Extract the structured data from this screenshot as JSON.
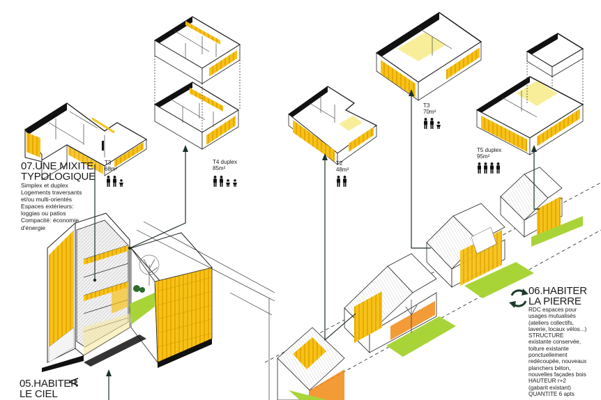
{
  "colors": {
    "accent_yellow": "#f6c21a",
    "accent_orange": "#f08a14",
    "green": "#a9d438",
    "line_dark": "#1c2f2b",
    "ink": "#1a1a1a"
  },
  "sections": {
    "s07": {
      "title_line1": "07.UNE MIXITE",
      "title_line2": "TYPOLOGIQUE",
      "body": [
        "Simplex et duplex",
        "Logements traversants",
        "et/ou multi-orientés",
        "Espaces extérieurs:",
        "loggias ou patios",
        "Compacité: économie",
        "d'énergie"
      ]
    },
    "s06": {
      "title_line1": "06.HABITER",
      "title_line2": "LA PIERRE",
      "body": [
        "RDC espaces pour",
        "usages mutualisés",
        "(ateliers collectifs,",
        "laverie, locaux vélos...)",
        "STRUCTURE",
        "existante conservée,",
        "toiture existante",
        "ponctuellement",
        "redécoupée, nouveaux",
        "planchers béton,",
        "nouvelles façades bois",
        "HAUTEUR r+2",
        "(gabarit existant)",
        "QUANTITE 6 apts"
      ]
    },
    "s05": {
      "title_line1": "05.HABITER",
      "title_line2": "LE CIEL"
    }
  },
  "units": [
    {
      "type": "T3",
      "area": "68m²",
      "adults": 2,
      "children": 1,
      "icon": "family-icon"
    },
    {
      "type": "T4 duplex",
      "area": "85m²",
      "adults": 2,
      "children": 2,
      "icon": "family-icon"
    },
    {
      "type": "T2",
      "area": "48m²",
      "adults": 2,
      "children": 0,
      "icon": "couple-icon"
    },
    {
      "type": "T3",
      "area": "70m²",
      "adults": 2,
      "children": 1,
      "icon": "family-icon"
    },
    {
      "type": "T5 duplex",
      "area": "95m²",
      "adults": 4,
      "children": 0,
      "icon": "family-icon"
    }
  ],
  "icons": {
    "cycle": "recycle-arrows-icon",
    "a_glyph": "A"
  }
}
